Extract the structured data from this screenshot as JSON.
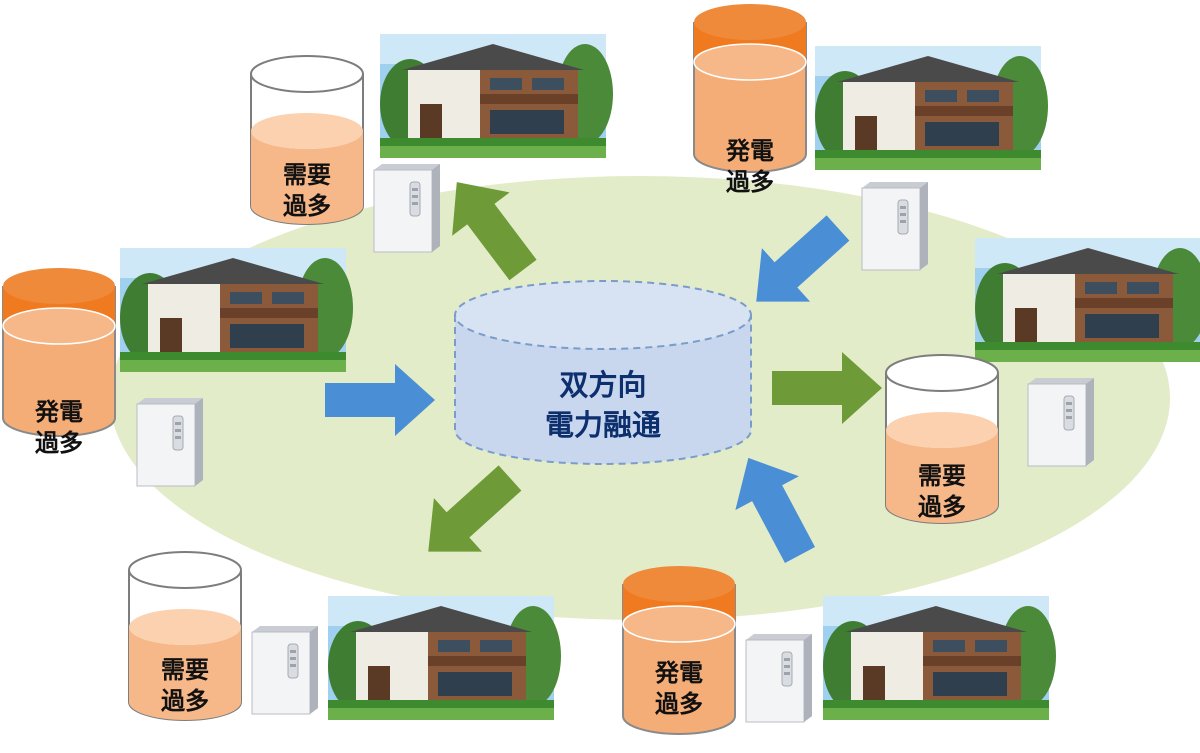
{
  "hub": {
    "line1": "双方向",
    "line2": "電力融通"
  },
  "labels": {
    "demand": [
      "需要",
      "過多"
    ],
    "surplus": [
      "発電",
      "過多"
    ]
  },
  "colors": {
    "field": "#e3ecc8",
    "hub_fill": "#c8d7ee",
    "hub_edge": "#7a9cc9",
    "arrow_in": "#4a8fd6",
    "arrow_out": "#6e9a37",
    "tank_full_top": "#f07a1f",
    "tank_body": "#f5ad78",
    "tank_liquid": "#f7b889"
  },
  "nodes": [
    {
      "id": "top-left",
      "state": "demand"
    },
    {
      "id": "top-right",
      "state": "surplus"
    },
    {
      "id": "left",
      "state": "surplus"
    },
    {
      "id": "right",
      "state": "demand"
    },
    {
      "id": "bottom-left",
      "state": "demand"
    },
    {
      "id": "bottom-right",
      "state": "surplus"
    }
  ]
}
